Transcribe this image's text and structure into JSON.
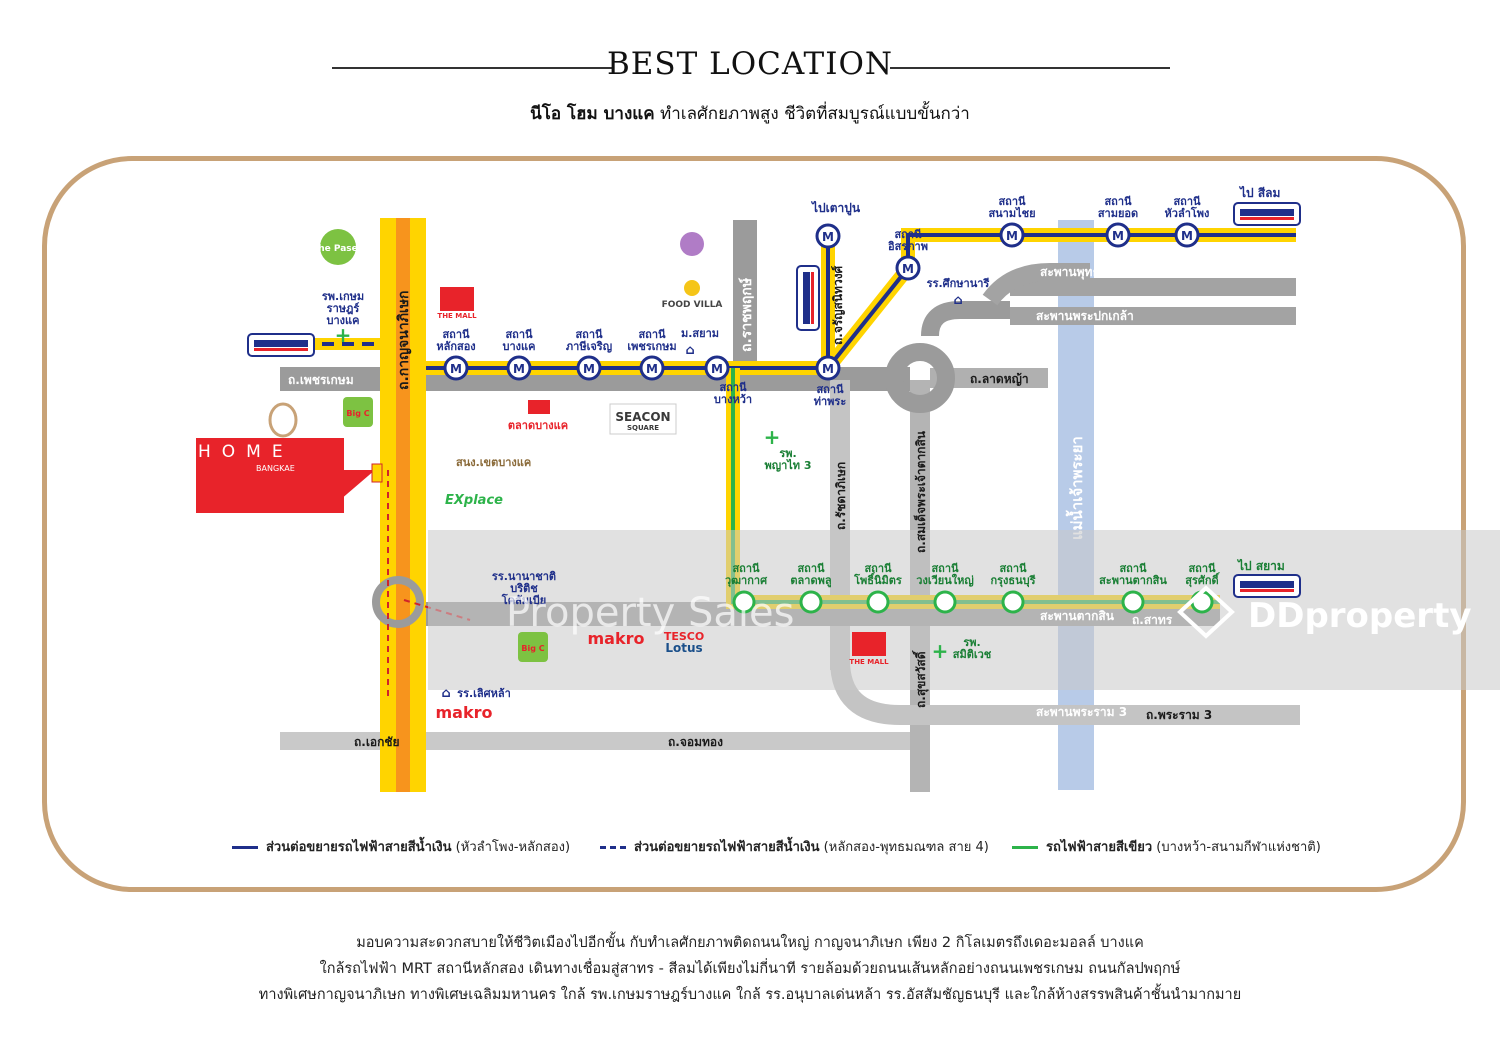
{
  "header": {
    "title": "BEST LOCATION",
    "subtitle_bold": "นีโอ โฮม บางแค",
    "subtitle_rest": " ทำเลศักยภาพสูง ชีวิตที่สมบูรณ์แบบขั้นกว่า"
  },
  "colors": {
    "frame": "#c8a277",
    "road": "#9b9b9b",
    "road_light": "#d2d2d2",
    "main_road_yellow": "#ffd400",
    "main_road_orange": "#f7941d",
    "mrt_blue": "#1f2f8a",
    "bts_green": "#2db34a",
    "river": "#b8cbe8",
    "project_red": "#e8232a",
    "overlay": "#c9c9c9"
  },
  "map": {
    "project": {
      "name": "HOME",
      "sub": "BANGKAE"
    },
    "roads": {
      "kanchanaphisek": "ถ.กาญจนาภิเษก",
      "phetkasem": "ถ.เพชรเกษม",
      "ratchaphruek": "ถ.ราชพฤกษ์",
      "charan": "ถ.จรัญสนิทวงศ์",
      "lat_ya": "ถ.ลาดหญ้า",
      "ratchada": "ถ.รัชดาภิเษก",
      "somdet": "ถ.สมเด็จพระเจ้าตากสิน",
      "sukhumvit_ish": "ถ.สุขสวัสดิ์",
      "ekkachai": "ถ.เอกชัย",
      "chom_thong": "ถ.จอมทอง",
      "rama3": "ถ.พระราม 3",
      "sathorn": "ถ.สาทร",
      "to_tao_poon": "ไปเตาปูน",
      "to_silom": "ไป สีลม",
      "to_siam": "ไป สยาม"
    },
    "bridges": {
      "phut": "สะพานพุทธ",
      "pokklao": "สะพานพระปกเกล้า",
      "taksin": "สะพานตากสิน",
      "rama3": "สะพานพระราม 3"
    },
    "river": "แม่น้ำเจ้าพระยา",
    "mrt_stations": [
      {
        "name": "สถานี\nหลักสอง"
      },
      {
        "name": "สถานี\nบางแค"
      },
      {
        "name": "สถานี\nภาษีเจริญ"
      },
      {
        "name": "สถานี\nเพชรเกษม"
      },
      {
        "name": "สถานี\nบางหว้า"
      },
      {
        "name": "สถานี\nท่าพระ"
      },
      {
        "name": "สถานี\nอิสรภาพ"
      },
      {
        "name": "สถานี\nสนามไชย"
      },
      {
        "name": "สถานี\nสามยอด"
      },
      {
        "name": "สถานี\nหัวลำโพง"
      }
    ],
    "bts_stations": [
      {
        "name": "สถานี\nวุฒากาศ"
      },
      {
        "name": "สถานี\nตลาดพลู"
      },
      {
        "name": "สถานี\nโพธิ์นิมิตร"
      },
      {
        "name": "สถานี\nวงเวียนใหญ่"
      },
      {
        "name": "สถานี\nกรุงธนบุรี"
      },
      {
        "name": "สถานี\nสะพานตากสิน"
      },
      {
        "name": "สถานี\nสุรศักดิ์"
      }
    ],
    "places": {
      "the_paseo": "The Paseo",
      "hospital_kasem": "รพ.เกษม\nราษฎร์\nบางแค",
      "the_mall_1": "THE MALL",
      "big_c_1": "Big C",
      "bangkae_market": "ตลาดบางแค",
      "seacon": "SEACON",
      "seacon_sub": "SQUARE",
      "food_villa": "FOOD VILLA",
      "m_siam": "ม.สยาม",
      "district_office": "สนง.เขตบางแค",
      "explace": "EXplace",
      "hospital_phyathai": "รพ.\nพญาไท 3",
      "school_suksanari": "รร.ศึกษานารี",
      "school_british": "รร.นานาชาติ\nบริติช\nโคลัมเบีย",
      "big_c_2": "Big C",
      "makro_1": "makro",
      "tesco": "TESCO",
      "tesco_sub": "Lotus",
      "the_mall_2": "THE MALL",
      "hospital_samitivej": "รพ.\nสมิติเวช",
      "school_lertla": "รร.เลิศหล้า",
      "makro_2": "makro"
    },
    "watermark_left": "Property Sales",
    "watermark_right": "DDproperty"
  },
  "legend": [
    {
      "bold": "ส่วนต่อขยายรถไฟฟ้าสายสีน้ำเงิน",
      "rest": " (หัวลำโพง-หลักสอง)"
    },
    {
      "bold": "ส่วนต่อขยายรถไฟฟ้าสายสีน้ำเงิน",
      "rest": " (หลักสอง-พุทธมณฑล สาย 4)"
    },
    {
      "bold": "รถไฟฟ้าสายสีเขียว",
      "rest": " (บางหว้า-สนามกีฬาแห่งชาติ)"
    }
  ],
  "footer": [
    "มอบความสะดวกสบายให้ชีวิตเมืองไปอีกขั้น กับทำเลศักยภาพติดถนนใหญ่ กาญจนาภิเษก เพียง 2 กิโลเมตรถึงเดอะมอลล์ บางแค",
    "ใกล้รถไฟฟ้า MRT สถานีหลักสอง เดินทางเชื่อมสู่สาทร - สีลมได้เพียงไม่กี่นาที รายล้อมด้วยถนนเส้นหลักอย่างถนนเพชรเกษม ถนนกัลปพฤกษ์",
    "ทางพิเศษกาญจนาภิเษก ทางพิเศษเฉลิมมหานคร ใกล้ รพ.เกษมราษฎร์บางแค ใกล้ รร.อนุบาลเด่นหล้า รร.อัสสัมชัญธนบุรี และใกล้ห้างสรรพสินค้าชั้นนำมากมาย"
  ]
}
